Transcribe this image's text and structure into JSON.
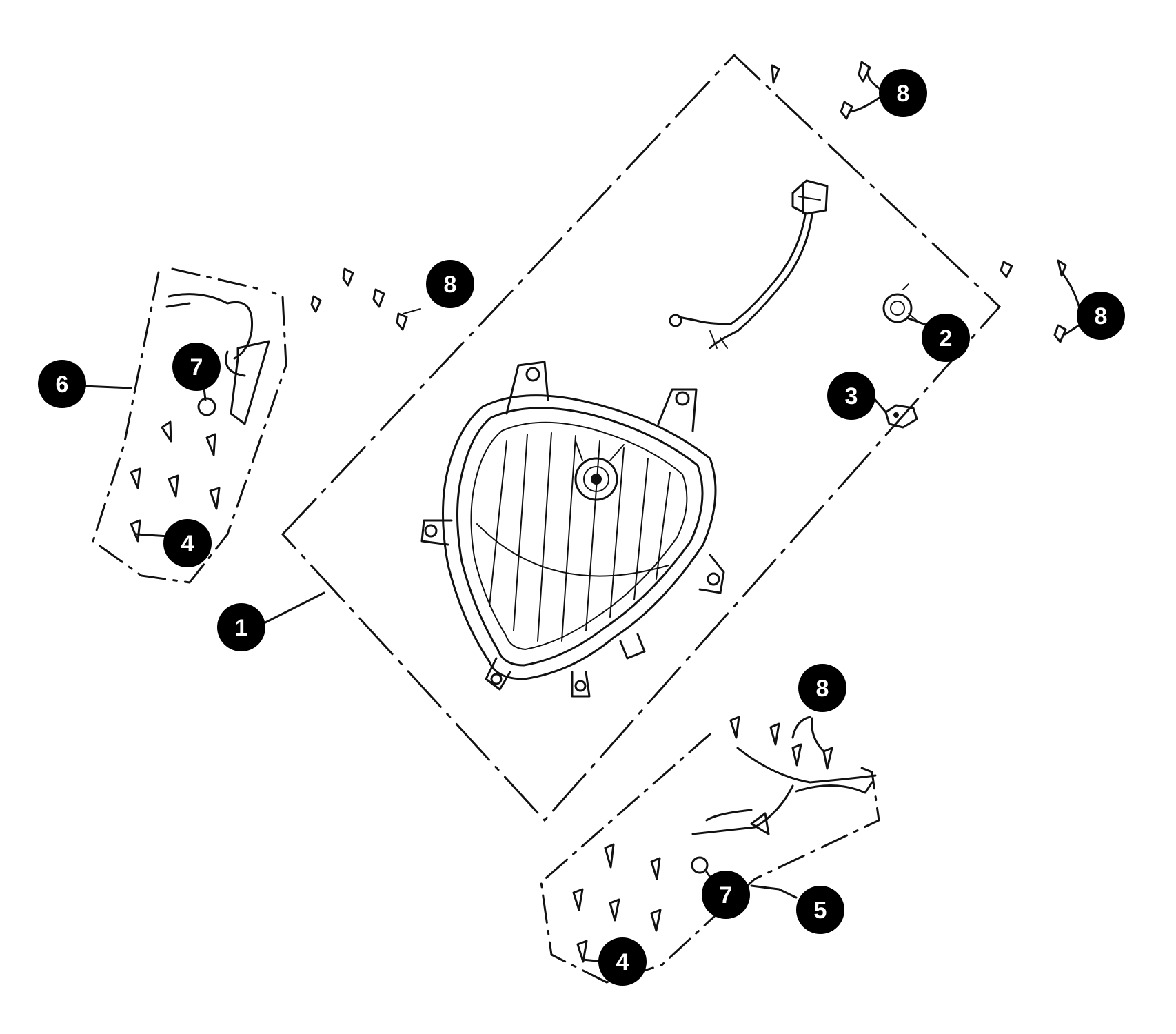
{
  "callouts": [
    {
      "id": "c1",
      "label": "1"
    },
    {
      "id": "c2",
      "label": "2"
    },
    {
      "id": "c3",
      "label": "3"
    },
    {
      "id": "c4a",
      "label": "4"
    },
    {
      "id": "c4b",
      "label": "4"
    },
    {
      "id": "c5",
      "label": "5"
    },
    {
      "id": "c6",
      "label": "6"
    },
    {
      "id": "c7a",
      "label": "7"
    },
    {
      "id": "c7b",
      "label": "7"
    },
    {
      "id": "c8a",
      "label": "8"
    },
    {
      "id": "c8b",
      "label": "8"
    },
    {
      "id": "c8c",
      "label": "8"
    },
    {
      "id": "c8d",
      "label": "8"
    }
  ],
  "colors": {
    "ink": "#111111",
    "background": "#ffffff",
    "callout_fill": "#000000",
    "callout_text": "#ffffff"
  },
  "icons": [
    "screw-icon",
    "bulb-socket-icon",
    "bulb-icon",
    "wire-harness-icon",
    "grommet-icon"
  ]
}
